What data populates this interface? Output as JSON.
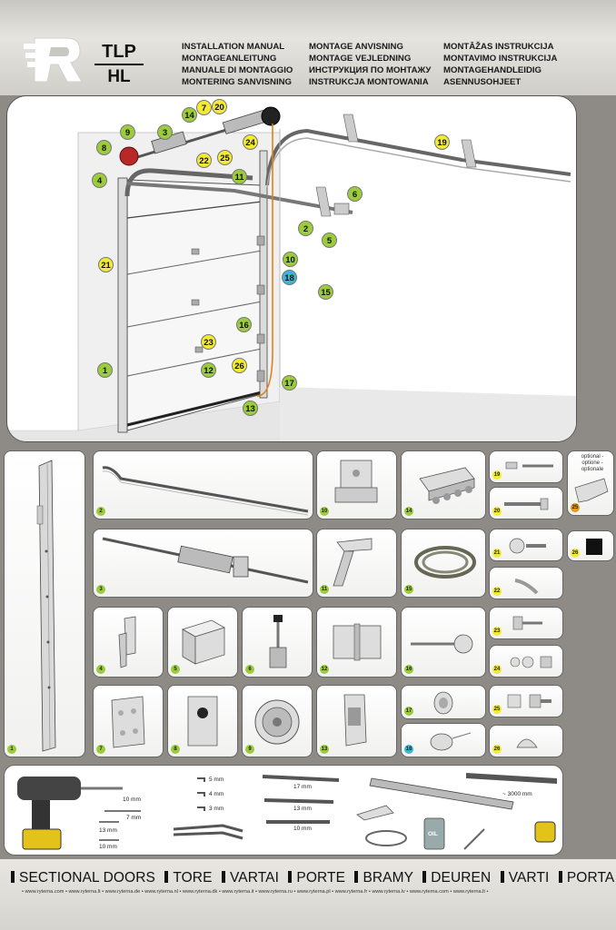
{
  "header": {
    "model_line1": "TLP",
    "model_line2": "HL",
    "titles": [
      "INSTALLATION MANUAL",
      "MONTAGE ANVISNING",
      "MONTĀŽAS INSTRUKCIJA",
      "MONTAGEANLEITUNG",
      "MONTAGE VEJLEDNING",
      "MONTAVIMO INSTRUKCIJA",
      "MANUALE DI MONTAGGIO",
      "ИНСТРУКЦИЯ ПО МОНТАЖУ",
      "MONTAGEHANDLEIDIG",
      "MONTERING SANVISNING",
      "INSTRUKCJA MONTOWANIA",
      "ASENNUSOHJEET"
    ]
  },
  "diagram": {
    "callouts": [
      {
        "label": "14",
        "color": "green"
      },
      {
        "label": "7",
        "color": "yellow"
      },
      {
        "label": "20",
        "color": "yellow"
      },
      {
        "label": "3",
        "color": "green"
      },
      {
        "label": "9",
        "color": "green"
      },
      {
        "label": "8",
        "color": "green"
      },
      {
        "label": "22",
        "color": "yellow"
      },
      {
        "label": "25",
        "color": "yellow"
      },
      {
        "label": "24",
        "color": "yellow"
      },
      {
        "label": "19",
        "color": "yellow"
      },
      {
        "label": "4",
        "color": "green"
      },
      {
        "label": "11",
        "color": "green"
      },
      {
        "label": "6",
        "color": "green"
      },
      {
        "label": "2",
        "color": "green"
      },
      {
        "label": "5",
        "color": "green"
      },
      {
        "label": "21",
        "color": "yellow"
      },
      {
        "label": "10",
        "color": "green"
      },
      {
        "label": "18",
        "color": "cyan"
      },
      {
        "label": "15",
        "color": "green"
      },
      {
        "label": "16",
        "color": "green"
      },
      {
        "label": "23",
        "color": "yellow"
      },
      {
        "label": "12",
        "color": "green"
      },
      {
        "label": "26",
        "color": "yellow"
      },
      {
        "label": "1",
        "color": "green"
      },
      {
        "label": "17",
        "color": "green"
      },
      {
        "label": "13",
        "color": "green"
      }
    ]
  },
  "parts": [
    {
      "num": "1"
    },
    {
      "num": "2"
    },
    {
      "num": "10"
    },
    {
      "num": "14"
    },
    {
      "num": "19"
    },
    {
      "num": "20"
    },
    {
      "num": "25"
    },
    {
      "num": "3"
    },
    {
      "num": "11"
    },
    {
      "num": "15"
    },
    {
      "num": "21"
    },
    {
      "num": "26"
    },
    {
      "num": "22"
    },
    {
      "num": "4"
    },
    {
      "num": "5"
    },
    {
      "num": "6"
    },
    {
      "num": "12"
    },
    {
      "num": "16"
    },
    {
      "num": "23"
    },
    {
      "num": "24"
    },
    {
      "num": "7"
    },
    {
      "num": "8"
    },
    {
      "num": "9"
    },
    {
      "num": "13"
    },
    {
      "num": "17"
    },
    {
      "num": "25"
    },
    {
      "num": "18"
    },
    {
      "num": "26"
    }
  ],
  "optional_text": [
    "optional -",
    "optione -",
    "optionale"
  ],
  "tools": {
    "drill_bits": [
      "10 mm",
      "7 mm",
      "13 mm",
      "10 mm"
    ],
    "hex_keys": [
      "5 mm",
      "4 mm",
      "3 mm"
    ],
    "wrenches": [
      "17 mm",
      "13 mm",
      "10 mm"
    ],
    "oil_label": "OIL",
    "level_length": "~ 3000 mm"
  },
  "footer": {
    "categories": [
      "SECTIONAL DOORS",
      "TORE",
      "VARTAI",
      "PORTE",
      "BRAMY",
      "DEUREN",
      "VARTI",
      "PORTA"
    ],
    "urls": "• www.ryterna.com • www.ryterna.lt • www.ryterna.de • www.ryterna.nl • www.ryterna.dk • www.ryterna.it • www.ryterna.ru • www.ryterna.pl • www.ryterna.fr • www.ryterna.lv • www.ryterna.com • www.ryterna.lt •"
  }
}
